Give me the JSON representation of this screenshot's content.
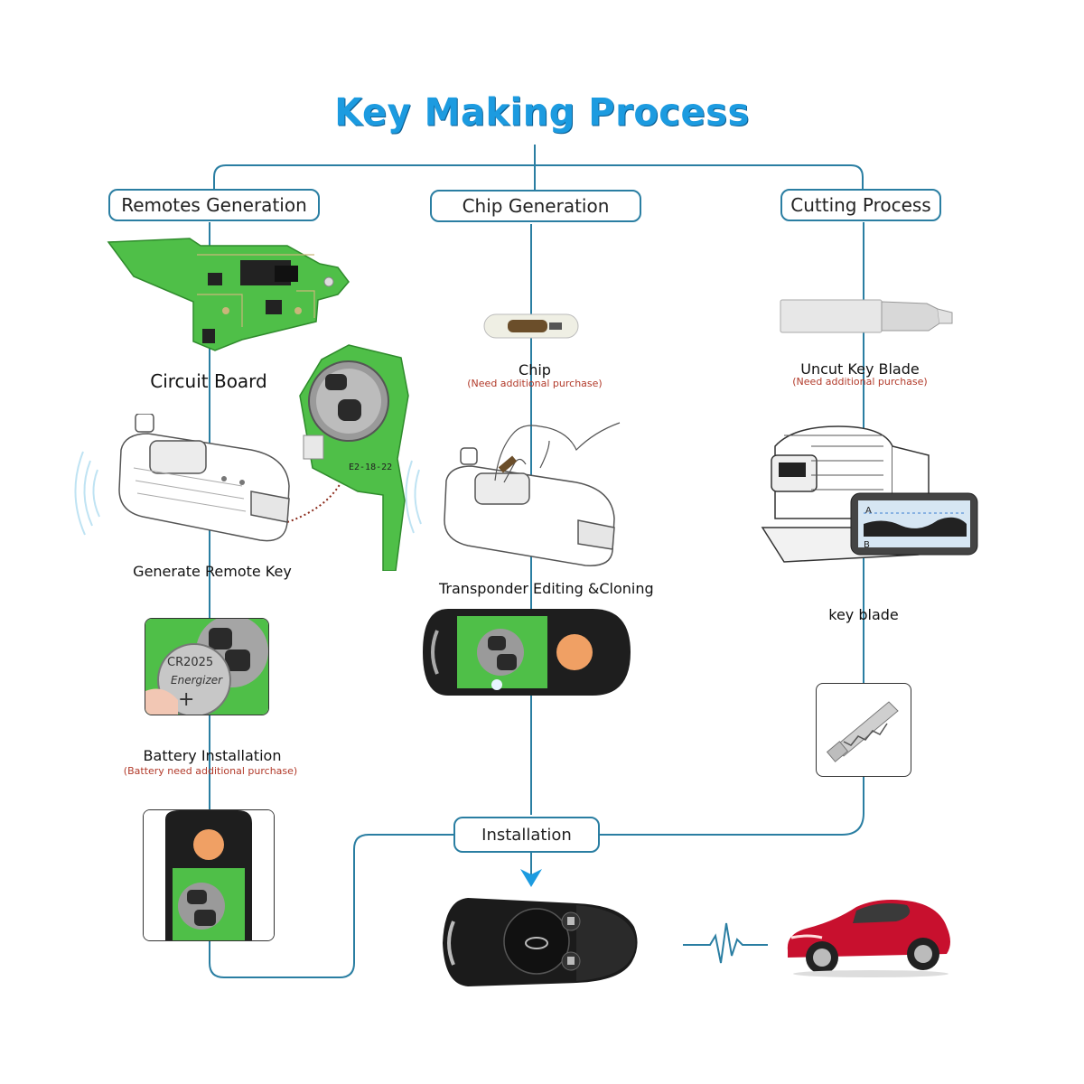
{
  "title": "Key Making Process",
  "columns": {
    "remotes": {
      "header": "Remotes Generation"
    },
    "chip": {
      "header": "Chip Generation"
    },
    "cutting": {
      "header": "Cutting Process"
    }
  },
  "steps": {
    "circuit_board": "Circuit Board",
    "generate_remote_key": "Generate Remote Key",
    "battery_installation": "Battery Installation",
    "battery_note": "(Battery need additional purchase)",
    "chip": "Chip",
    "chip_note": "(Need additional purchase)",
    "transponder": "Transponder Editing &Cloning",
    "uncut_key_blade": "Uncut Key  Blade",
    "uncut_note": "(Need additional purchase)",
    "key_blade": "key blade",
    "installation": "Installation"
  },
  "battery_text": {
    "cr": "CR2025",
    "brand": "Energizer"
  },
  "colors": {
    "title": "#1c9be0",
    "line": "#2a7ea2",
    "pcb": "#4fbf48",
    "note": "#b23a2a",
    "car": "#c8102e",
    "arrow": "#1c9be0"
  }
}
